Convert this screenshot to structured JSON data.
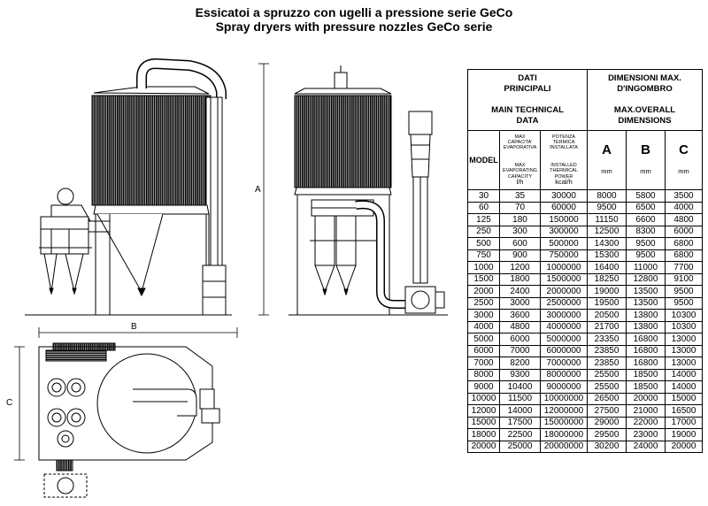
{
  "title_it": "Essicatoi a spruzzo con ugelli a pressione serie GeCo",
  "title_en": "Spray dryers with pressure nozzles GeCo serie",
  "dimension_labels": {
    "a": "A",
    "b": "B",
    "c": "C"
  },
  "table": {
    "head_left": [
      "DATI",
      "PRINCIPALI",
      "",
      "MAIN TECHNICAL",
      "DATA"
    ],
    "head_right": [
      "DIMENSIONI MAX.",
      "D'INGOMBRO",
      "",
      "MAX.OVERALL",
      "DIMENSIONS"
    ],
    "model_label": "MODEL",
    "capacity_it": [
      "MAX",
      "CAPACITA'",
      "EVAPORATIVA"
    ],
    "capacity_en": [
      "MAX",
      "EVAPORATING",
      "CAPACITY"
    ],
    "power_it": [
      "POTENZA",
      "TERMICA",
      "INSTALLATA"
    ],
    "power_en": [
      "INSTALLED",
      "THERMICAL",
      "POWER"
    ],
    "unit_capacity": "l/h",
    "unit_power": "kcal/h",
    "col_a": "A",
    "col_b": "B",
    "col_c": "C",
    "unit_mm": "mm",
    "rows": [
      [
        "30",
        "35",
        "30000",
        "8000",
        "5800",
        "3500"
      ],
      [
        "60",
        "70",
        "60000",
        "9500",
        "6500",
        "4000"
      ],
      [
        "125",
        "180",
        "150000",
        "11150",
        "6600",
        "4800"
      ],
      [
        "250",
        "300",
        "300000",
        "12500",
        "8300",
        "6000"
      ],
      [
        "500",
        "600",
        "500000",
        "14300",
        "9500",
        "6800"
      ],
      [
        "750",
        "900",
        "750000",
        "15300",
        "9500",
        "6800"
      ],
      [
        "1000",
        "1200",
        "1000000",
        "16400",
        "11000",
        "7700"
      ],
      [
        "1500",
        "1800",
        "1500000",
        "18250",
        "12800",
        "9100"
      ],
      [
        "2000",
        "2400",
        "2000000",
        "19000",
        "13500",
        "9500"
      ],
      [
        "2500",
        "3000",
        "2500000",
        "19500",
        "13500",
        "9500"
      ],
      [
        "3000",
        "3600",
        "3000000",
        "20500",
        "13800",
        "10300"
      ],
      [
        "4000",
        "4800",
        "4000000",
        "21700",
        "13800",
        "10300"
      ],
      [
        "5000",
        "6000",
        "5000000",
        "23350",
        "16800",
        "13000"
      ],
      [
        "6000",
        "7000",
        "6000000",
        "23850",
        "16800",
        "13000"
      ],
      [
        "7000",
        "8200",
        "7000000",
        "23850",
        "16800",
        "13000"
      ],
      [
        "8000",
        "9300",
        "8000000",
        "25500",
        "18500",
        "14000"
      ],
      [
        "9000",
        "10400",
        "9000000",
        "25500",
        "18500",
        "14000"
      ],
      [
        "10000",
        "11500",
        "10000000",
        "26500",
        "20000",
        "15000"
      ],
      [
        "12000",
        "14000",
        "12000000",
        "27500",
        "21000",
        "16500"
      ],
      [
        "15000",
        "17500",
        "15000000",
        "29000",
        "22000",
        "17000"
      ],
      [
        "18000",
        "22500",
        "18000000",
        "29500",
        "23000",
        "19000"
      ],
      [
        "20000",
        "25000",
        "20000000",
        "30200",
        "24000",
        "20000"
      ]
    ]
  }
}
